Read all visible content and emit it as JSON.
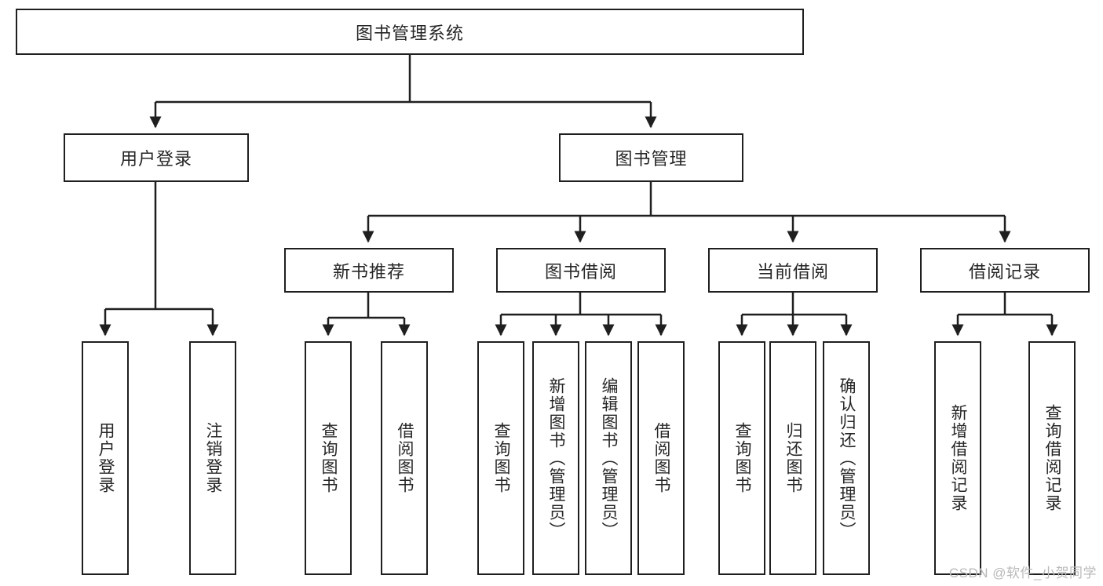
{
  "diagram": {
    "title": "图书管理系统",
    "watermark": "CSDN @软件_小贺同学",
    "colors": {
      "stroke": "#1f1f1f",
      "fill": "#ffffff",
      "text": "#262626",
      "watermark": "#b9b9b9"
    },
    "root": {
      "label": "图书管理系统"
    },
    "level2": [
      {
        "label": "用户登录"
      },
      {
        "label": "图书管理"
      }
    ],
    "level3": [
      {
        "label": "新书推荐"
      },
      {
        "label": "图书借阅"
      },
      {
        "label": "当前借阅"
      },
      {
        "label": "借阅记录"
      }
    ],
    "leaves": {
      "user_login": [
        {
          "label": "用户登录"
        },
        {
          "label": "注销登录"
        }
      ],
      "new_book_recommend": [
        {
          "label": "查询图书"
        },
        {
          "label": "借阅图书"
        }
      ],
      "book_borrow": [
        {
          "label": "查询图书"
        },
        {
          "label": "新增图书（管理员）"
        },
        {
          "label": "编辑图书（管理员）"
        },
        {
          "label": "借阅图书"
        }
      ],
      "current_borrow": [
        {
          "label": "查询图书"
        },
        {
          "label": "归还图书"
        },
        {
          "label": "确认归还（管理员）"
        }
      ],
      "borrow_record": [
        {
          "label": "新增借阅记录"
        },
        {
          "label": "查询借阅记录"
        }
      ]
    }
  }
}
